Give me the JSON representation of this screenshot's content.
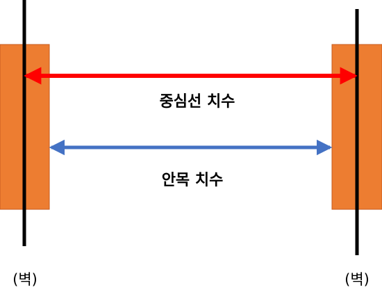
{
  "colors": {
    "wall": "#ED7D31",
    "wall_border": "#C65A1E",
    "centerline": "#000000",
    "center_arrow": "#FF0000",
    "inner_arrow": "#4472C4"
  },
  "labels": {
    "center_dimension": "중심선 치수",
    "inner_dimension": "안목 치수",
    "left_wall": "(벽)",
    "right_wall": "(벽)"
  }
}
